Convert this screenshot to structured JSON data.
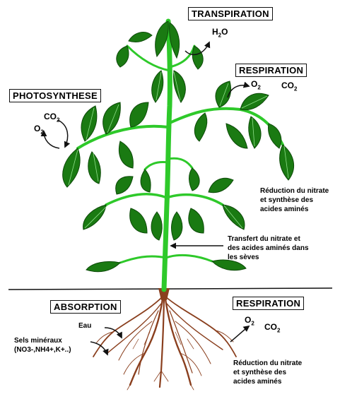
{
  "labels": {
    "transpiration": "TRANSPIRATION",
    "respiration_top": "RESPIRATION",
    "photosynthese": "PHOTOSYNTHESE",
    "absorption": "ABSORPTION",
    "respiration_bottom": "RESPIRATION"
  },
  "chem": {
    "h2o": {
      "base": "H",
      "sub": "2",
      "rest": "O"
    },
    "o2": {
      "base": "O",
      "sub": "2"
    },
    "co2": {
      "base": "CO",
      "sub": "2"
    }
  },
  "notes": {
    "reduction_top": [
      "Réduction du nitrate",
      "et synthèse des",
      "acides aminés"
    ],
    "transfert": [
      "Transfert du nitrate et",
      "des acides aminés dans",
      "les sèves"
    ],
    "reduction_bottom": [
      "Réduction du nitrate",
      "et synthèse des",
      "acides aminés"
    ],
    "eau": "Eau",
    "sels_title": "Sels minéraux",
    "sels_formula": "(NO3-,NH4+,K+..)"
  },
  "colors": {
    "leaf": "#1a7a12",
    "leaf_vein": "#8fe08a",
    "stem": "#2ec92a",
    "root": "#8a3f1e",
    "ground": "#111111",
    "arrow": "#111111"
  }
}
